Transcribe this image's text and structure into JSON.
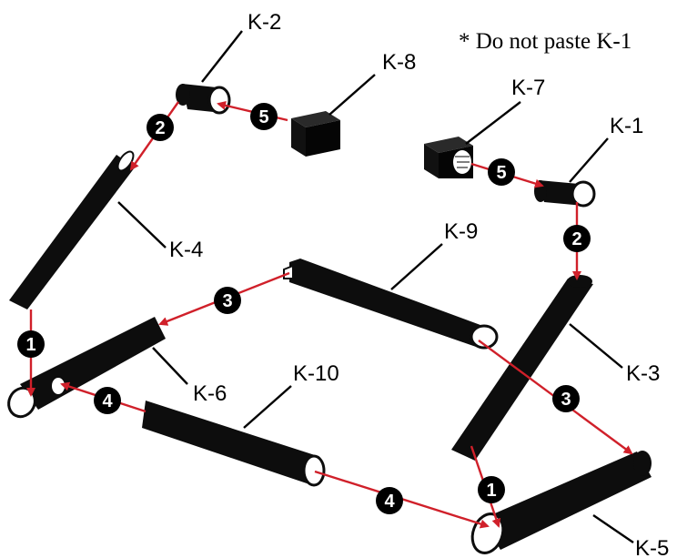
{
  "note": "* Do not paste K-1",
  "parts": {
    "k1": "K-1",
    "k2": "K-2",
    "k3": "K-3",
    "k4": "K-4",
    "k5": "K-5",
    "k6": "K-6",
    "k7": "K-7",
    "k8": "K-8",
    "k9": "K-9",
    "k10": "K-10"
  },
  "steps": {
    "s1a": "1",
    "s1b": "1",
    "s2a": "2",
    "s2b": "2",
    "s3a": "3",
    "s3b": "3",
    "s4a": "4",
    "s4b": "4",
    "s5a": "5",
    "s5b": "5"
  },
  "colors": {
    "arrow": "#d0202a",
    "part": "#0d0d0d",
    "badge": "#000000"
  }
}
